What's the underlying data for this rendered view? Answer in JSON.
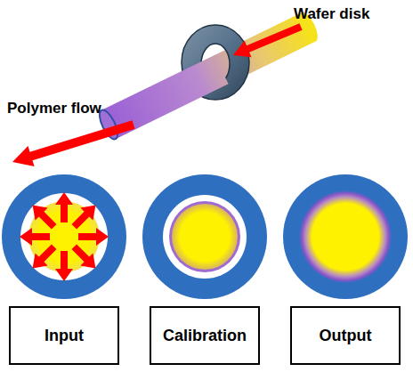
{
  "diagram": {
    "nodes": [
      {
        "text": [
          "Input"
        ]
      },
      {
        "text": [
          "Calibration"
        ]
      },
      {
        "text": [
          "Output"
        ]
      }
    ],
    "labels": [
      "Wafer disk",
      "Polymer flow"
    ]
  }
}
